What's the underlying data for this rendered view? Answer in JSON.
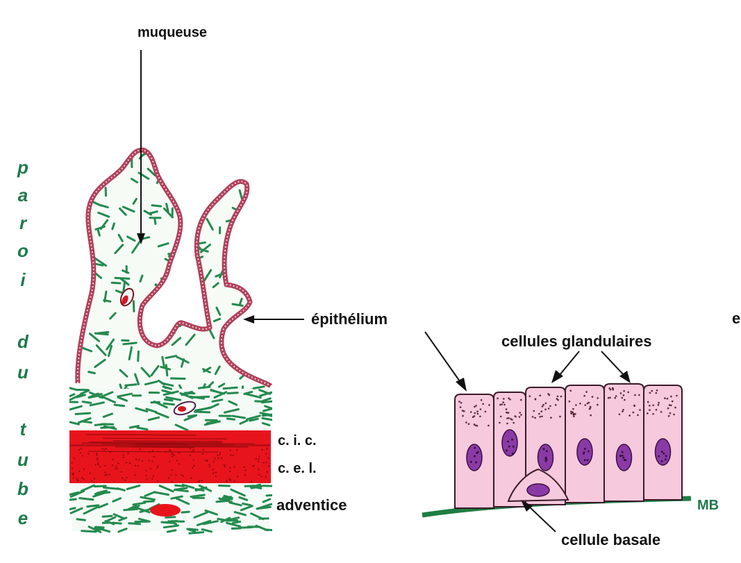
{
  "labels": {
    "muqueuse": "muqueuse",
    "epithelium": "épithélium",
    "cic": "c. i. c.",
    "cel": "c. e. l.",
    "adventice": "adventice",
    "cellules_glandulaires": "cellules glandulaires",
    "mb": "MB",
    "cellule_basale": "cellule basale",
    "edge_fragment": "e"
  },
  "vertical_title": {
    "word1": [
      "p",
      "a",
      "r",
      "o",
      "i"
    ],
    "word2": [
      "d",
      "u"
    ],
    "word3": [
      "t",
      "u",
      "b",
      "e"
    ]
  },
  "colors": {
    "epithelium": "#b0405a",
    "epithelium_fill": "#f1d2da",
    "fibers": "#238a4e",
    "muscle": "#e8141c",
    "muscle_dots": "#9a0a10",
    "cell_fill": "#f6c9dc",
    "nucleus": "#8a3aa6",
    "membrane": "#1f7d44",
    "label_green": "#1e7a4c"
  }
}
